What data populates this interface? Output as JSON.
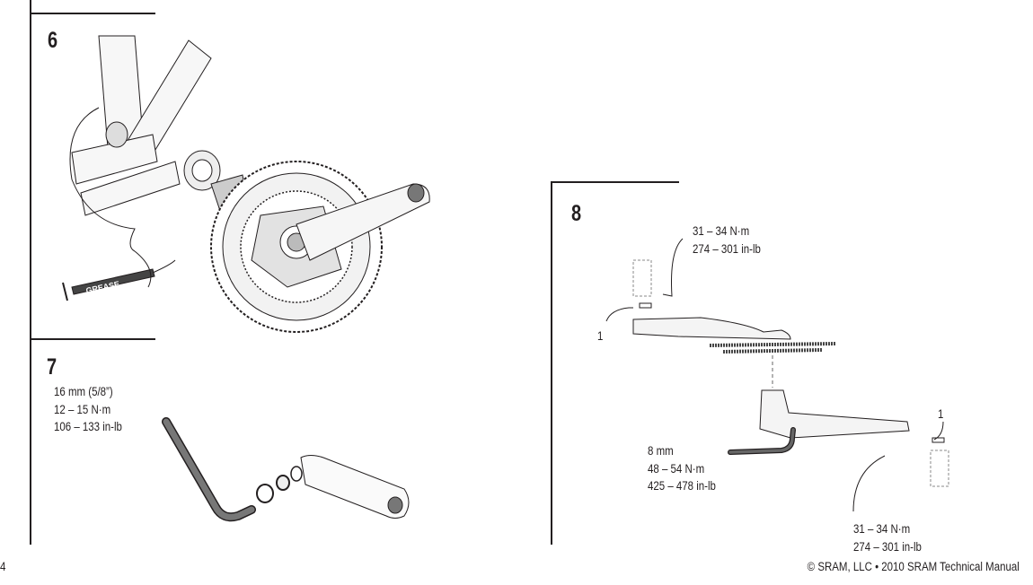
{
  "steps": {
    "step6": {
      "number": "6",
      "grease_label": "GREASE"
    },
    "step7": {
      "number": "7",
      "spec": [
        "16 mm (5/8”)",
        "12 – 15 N·m",
        "106 – 133 in-lb"
      ]
    },
    "step8": {
      "number": "8",
      "top_torque": [
        "31 – 34 N·m",
        "274 – 301 in-lb"
      ],
      "callout_left": "1",
      "callout_right": "1",
      "wrench_spec": [
        "8 mm",
        "48 – 54 N·m",
        "425 – 478 in-lb"
      ],
      "bottom_torque": [
        "31 – 34 N·m",
        "274 – 301 in-lb"
      ]
    }
  },
  "footer": {
    "page_number": "4",
    "copyright": "©  SRAM, LLC • 2010 SRAM Technical Manual"
  }
}
